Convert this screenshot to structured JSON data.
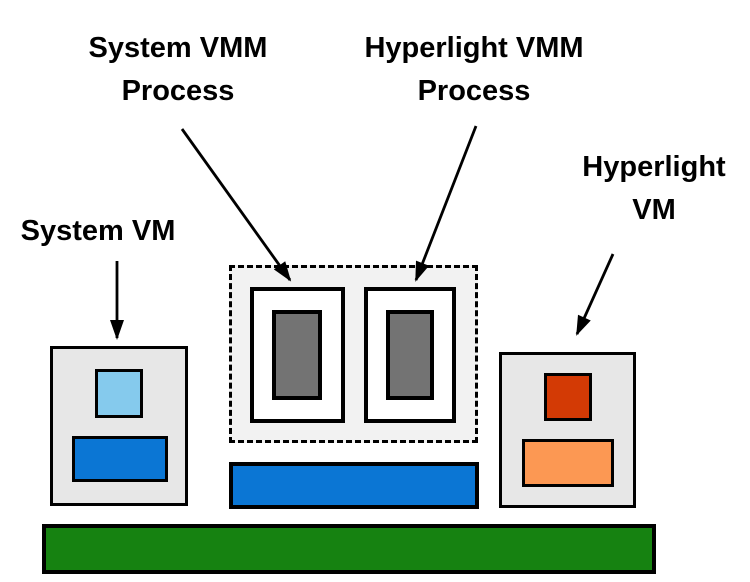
{
  "diagram": {
    "labels": {
      "system_vmm_process_line1": "System VMM",
      "system_vmm_process_line2": "Process",
      "hyperlight_vmm_process_line1": "Hyperlight VMM",
      "hyperlight_vmm_process_line2": "Process",
      "system_vm": "System VM",
      "hyperlight_vm_line1": "Hyperlight",
      "hyperlight_vm_line2": "VM"
    },
    "colors": {
      "canvas_bg": "#ffffff",
      "vm_box_fill": "#e7e7e7",
      "vmm_dashed_box_fill": "#f2f2f2",
      "vmm_process_box_fill": "#ffffff",
      "vmm_process_inner_rect_fill": "#737373",
      "system_vm_square_fill": "#85caed",
      "system_vm_bar_fill": "#0b76d4",
      "vmm_blue_bar_fill": "#0b76d4",
      "hyperlight_vm_square_fill": "#d33a05",
      "hyperlight_vm_bar_fill": "#fc9853",
      "host_green_bar_fill": "#168211",
      "outline": "#000000"
    }
  }
}
